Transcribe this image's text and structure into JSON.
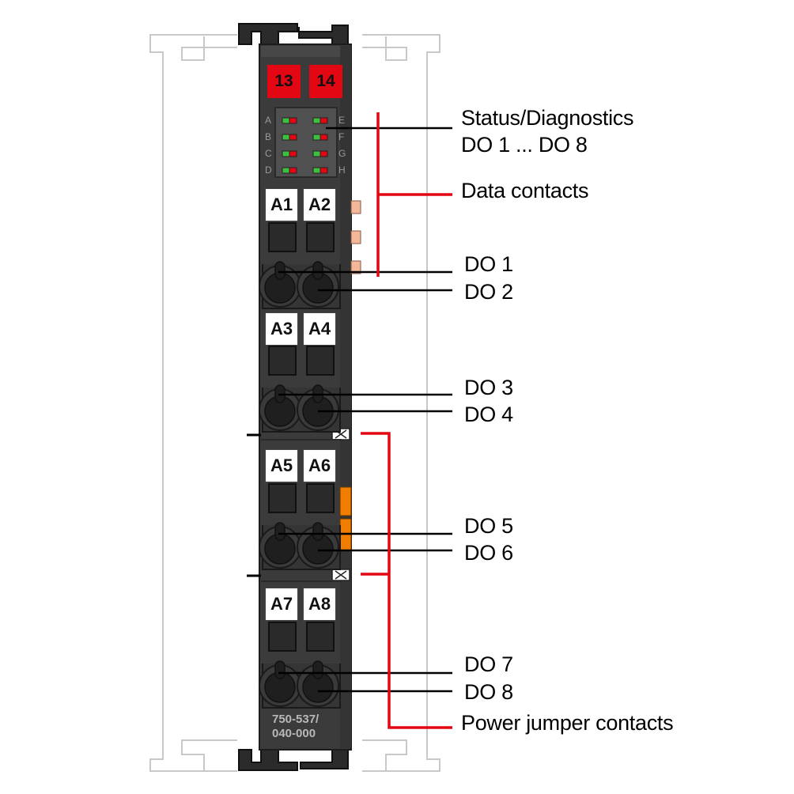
{
  "module": {
    "part_number_line1": "750-537/",
    "part_number_line2": "040-000",
    "indicators": [
      "13",
      "14"
    ],
    "led_labels_left": [
      "A",
      "B",
      "C",
      "D"
    ],
    "led_labels_right": [
      "E",
      "F",
      "G",
      "H"
    ],
    "terminal_tags": [
      "A1",
      "A2",
      "A3",
      "A4",
      "A5",
      "A6",
      "A7",
      "A8"
    ]
  },
  "callouts": {
    "status_line1": "Status/Diagnostics",
    "status_line2": "DO 1 ... DO 8",
    "data_contacts": "Data contacts",
    "do1": "DO 1",
    "do2": "DO 2",
    "do3": "DO 3",
    "do4": "DO 4",
    "do5": "DO 5",
    "do6": "DO 6",
    "do7": "DO 7",
    "do8": "DO 8",
    "power_jumper": "Power jumper contacts"
  },
  "colors": {
    "housing": "#3b3b3b",
    "indicator_red": "#e30613",
    "callout_red": "#e30613",
    "jumper_orange": "#f07d00",
    "data_contact": "#f3b89a",
    "rail_outline": "#c8c8c8"
  }
}
